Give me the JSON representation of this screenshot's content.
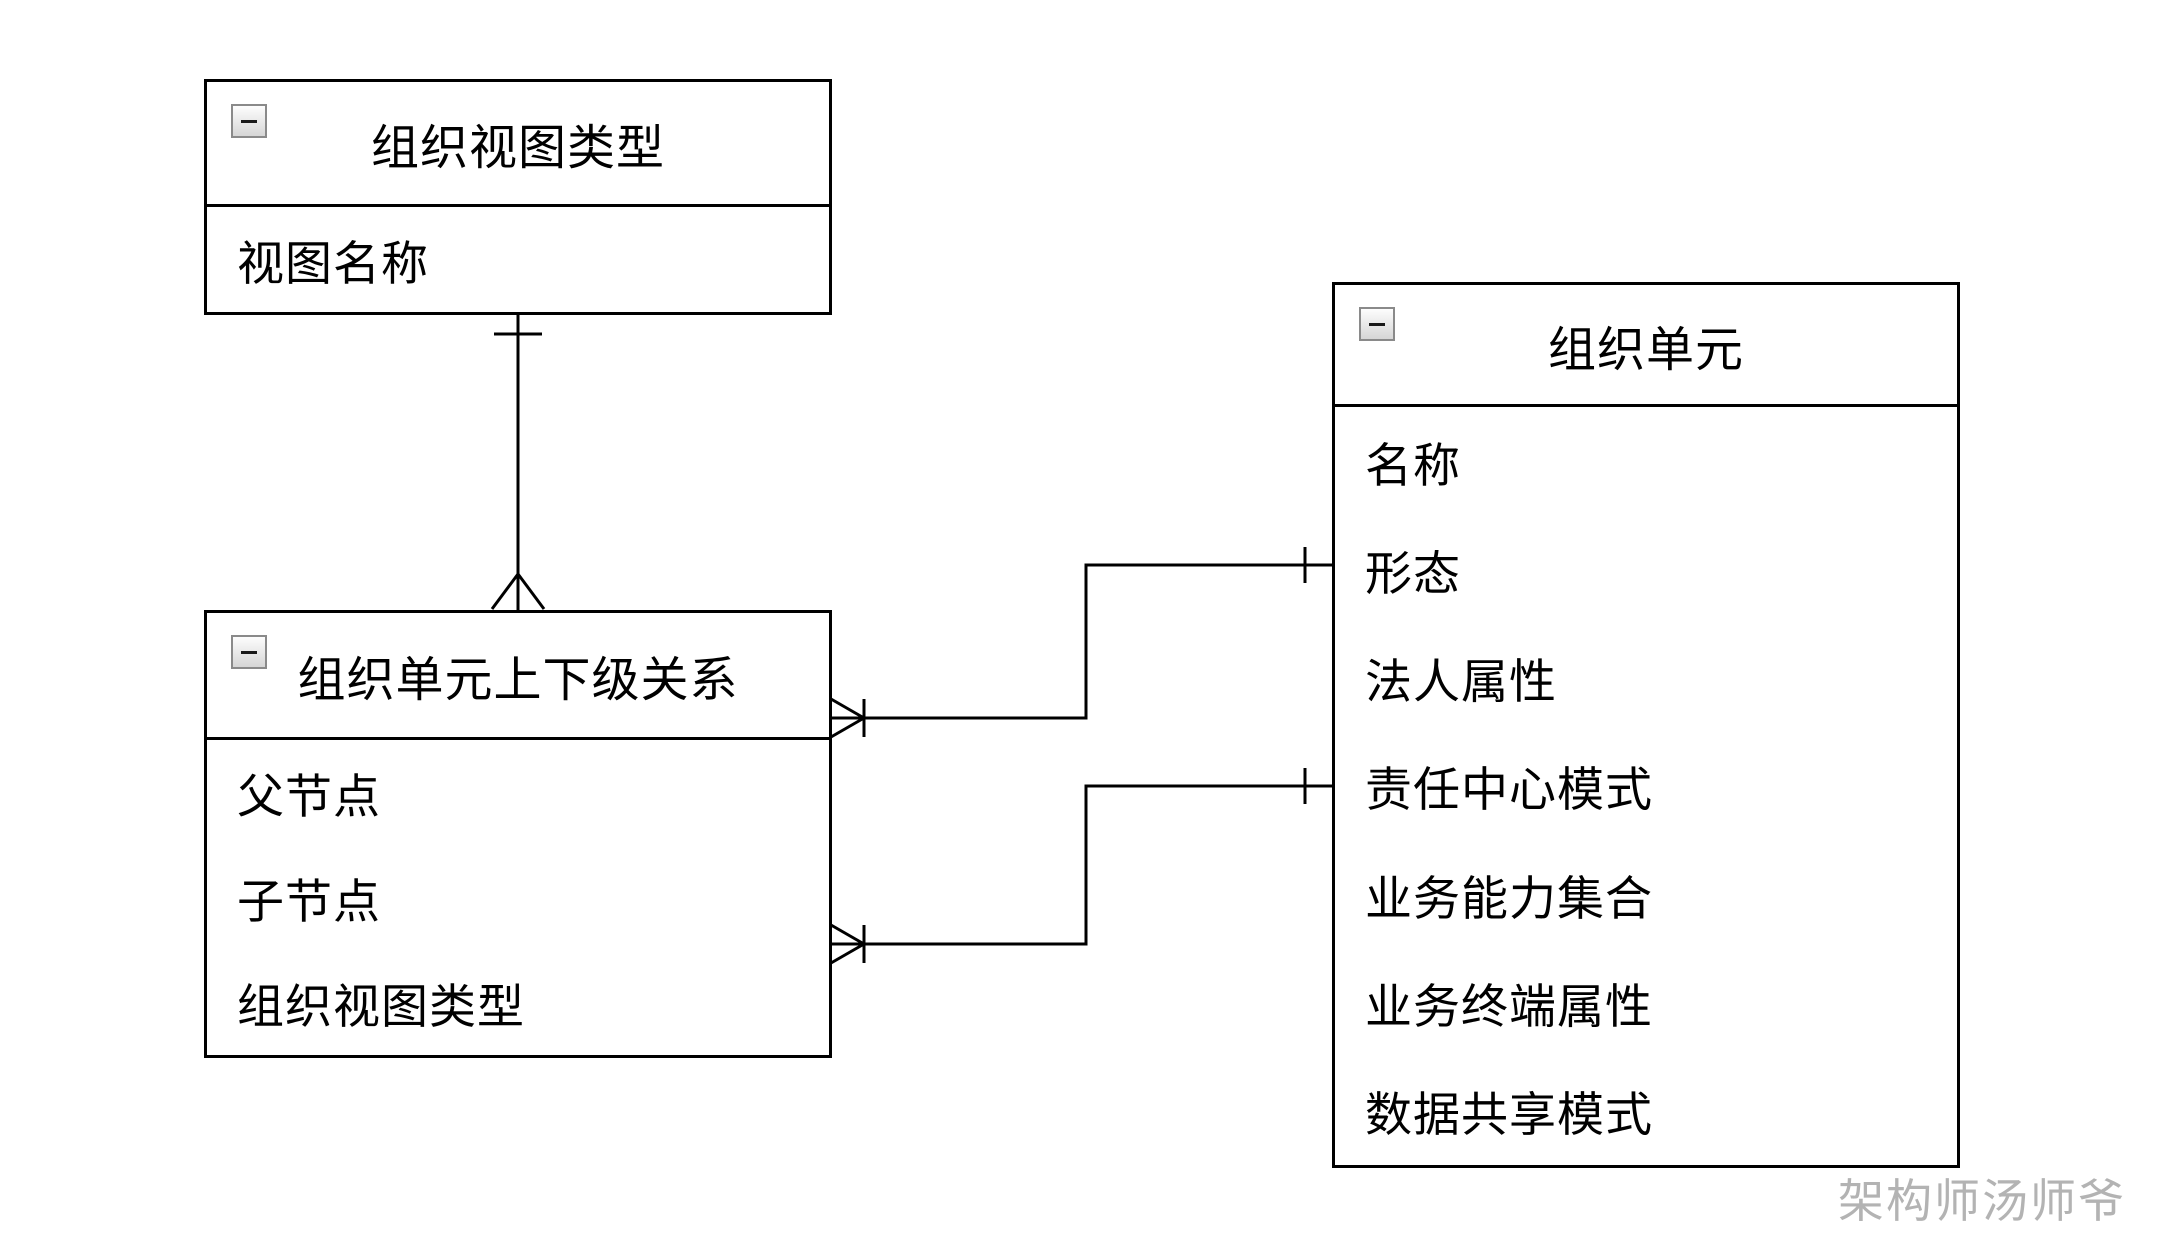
{
  "diagram": {
    "entities": [
      {
        "id": "view-type",
        "title": "组织视图类型",
        "attributes": [
          "视图名称"
        ]
      },
      {
        "id": "hierarchy",
        "title": "组织单元上下级关系",
        "attributes": [
          "父节点",
          "子节点",
          "组织视图类型"
        ]
      },
      {
        "id": "org-unit",
        "title": "组织单元",
        "attributes": [
          "名称",
          "形态",
          "法人属性",
          "责任中心模式",
          "业务能力集合",
          "业务终端属性",
          "数据共享模式"
        ]
      }
    ],
    "relationships": [
      {
        "from": "view-type",
        "to": "hierarchy",
        "from_cardinality": "one",
        "to_cardinality": "many"
      },
      {
        "from": "hierarchy",
        "to": "org-unit",
        "from_cardinality": "many",
        "to_cardinality": "one"
      },
      {
        "from": "hierarchy",
        "to": "org-unit",
        "from_cardinality": "many",
        "to_cardinality": "one"
      }
    ],
    "watermark": "架构师汤师爷",
    "colors": {
      "line": "#000000",
      "box_background": "#ffffff",
      "watermark": "#b3b3b3"
    }
  }
}
